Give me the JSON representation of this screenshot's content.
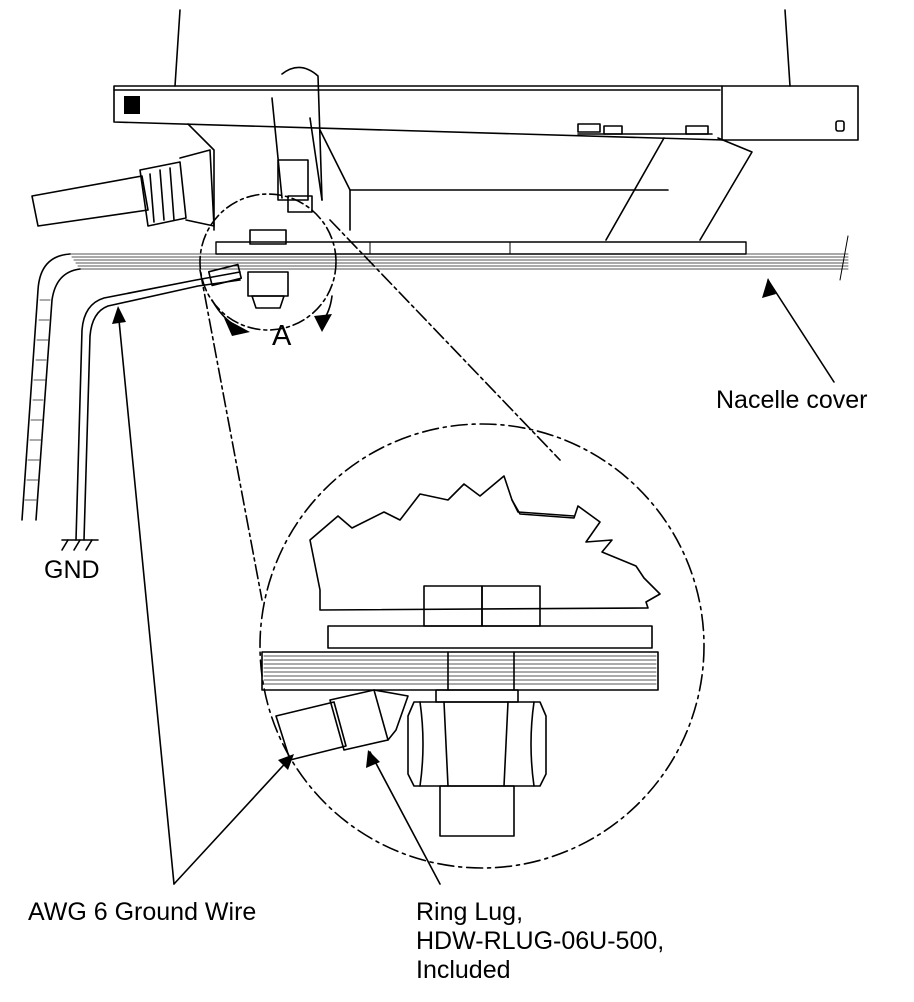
{
  "labels": {
    "nacelle_cover": "Nacelle cover",
    "gnd": "GND",
    "awg_wire": "AWG 6 Ground Wire",
    "ring_lug_line1": "Ring Lug,",
    "ring_lug_line2": "HDW-RLUG-06U-500,",
    "ring_lug_line3": "Included",
    "detail_marker": "A"
  },
  "colors": {
    "line": "#000000",
    "hatch": "#555555",
    "background": "#ffffff"
  }
}
